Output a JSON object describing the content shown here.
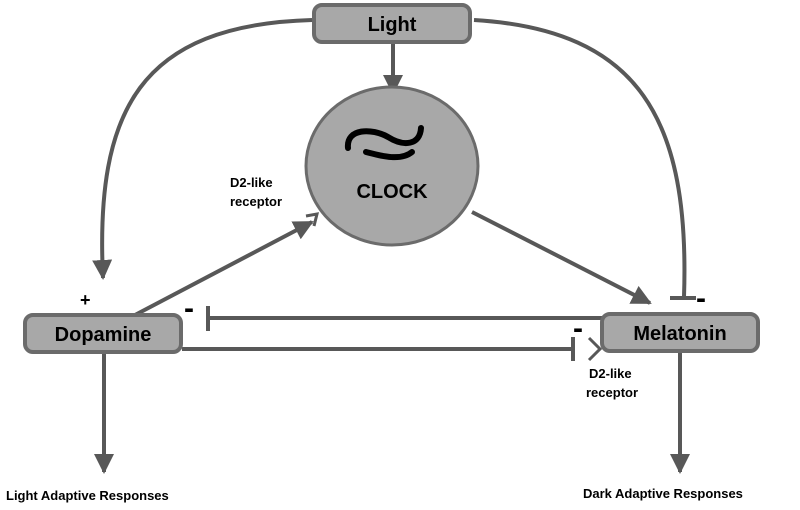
{
  "nodes": {
    "light": "Light",
    "clock": "CLOCK",
    "dopamine": "Dopamine",
    "melatonin": "Melatonin"
  },
  "labels": {
    "d2_clock_line1": "D2-like",
    "d2_clock_line2": "receptor",
    "d2_melatonin_line1": "D2-like",
    "d2_melatonin_line2": "receptor",
    "light_adaptive": "Light Adaptive Responses",
    "dark_adaptive": "Dark Adaptive Responses"
  },
  "signs": {
    "dopamine_plus": "+",
    "melatonin_to_dopamine_minus": "-",
    "dopamine_to_melatonin_minus": "-",
    "light_to_melatonin_minus": "-"
  },
  "colors": {
    "node_fill": "#a8a8a8",
    "node_stroke": "#6b6b6b",
    "edge": "#585858"
  }
}
